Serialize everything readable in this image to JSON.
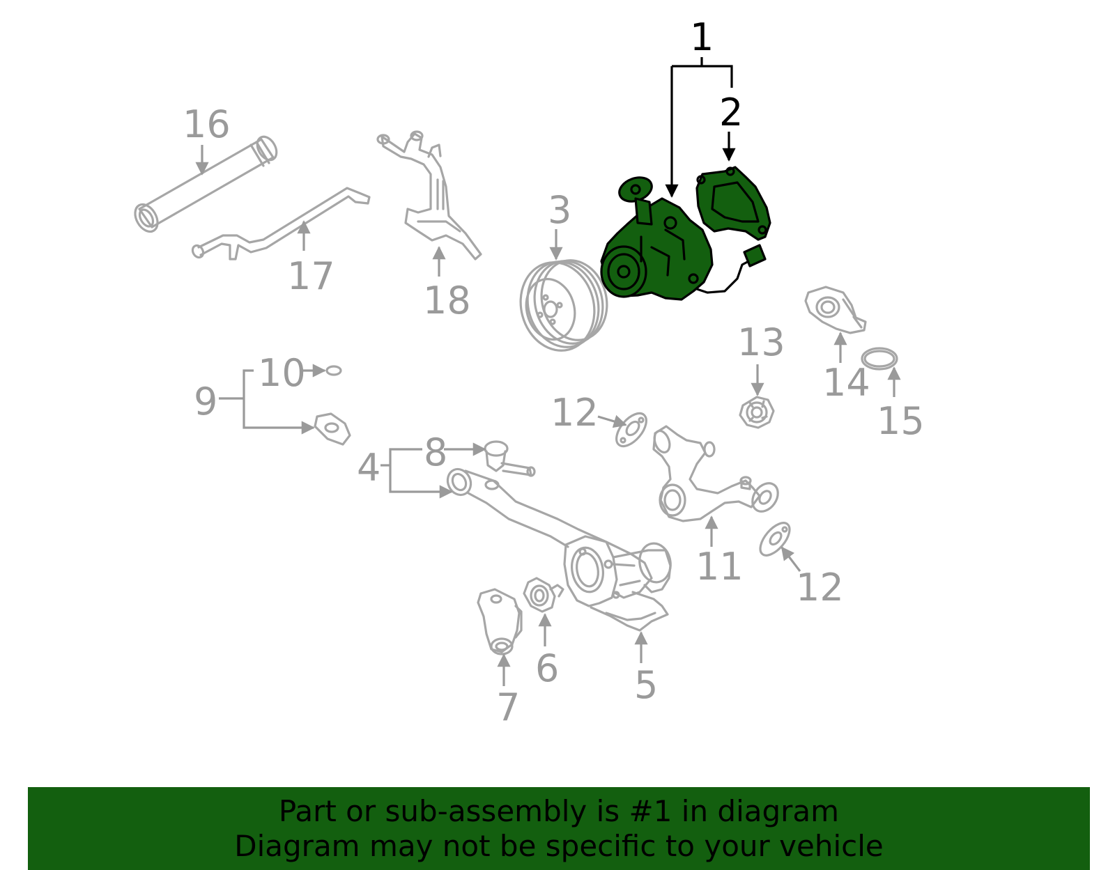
{
  "colors": {
    "highlight": "#135f0f",
    "part_gray": "#a6a6a6",
    "label_gray": "#9a9a9a",
    "callout_black": "#000000"
  },
  "callouts": {
    "c1": "1",
    "c2": "2",
    "c3": "3",
    "c4": "4",
    "c5": "5",
    "c6": "6",
    "c7": "7",
    "c8": "8",
    "c9": "9",
    "c10": "10",
    "c11": "11",
    "c12a": "12",
    "c12b": "12",
    "c13": "13",
    "c14": "14",
    "c15": "15",
    "c16": "16",
    "c17": "17",
    "c18": "18"
  },
  "banner": {
    "line1": "Part or sub-assembly is #1 in diagram",
    "line2": "Diagram may not be specific to your vehicle"
  }
}
